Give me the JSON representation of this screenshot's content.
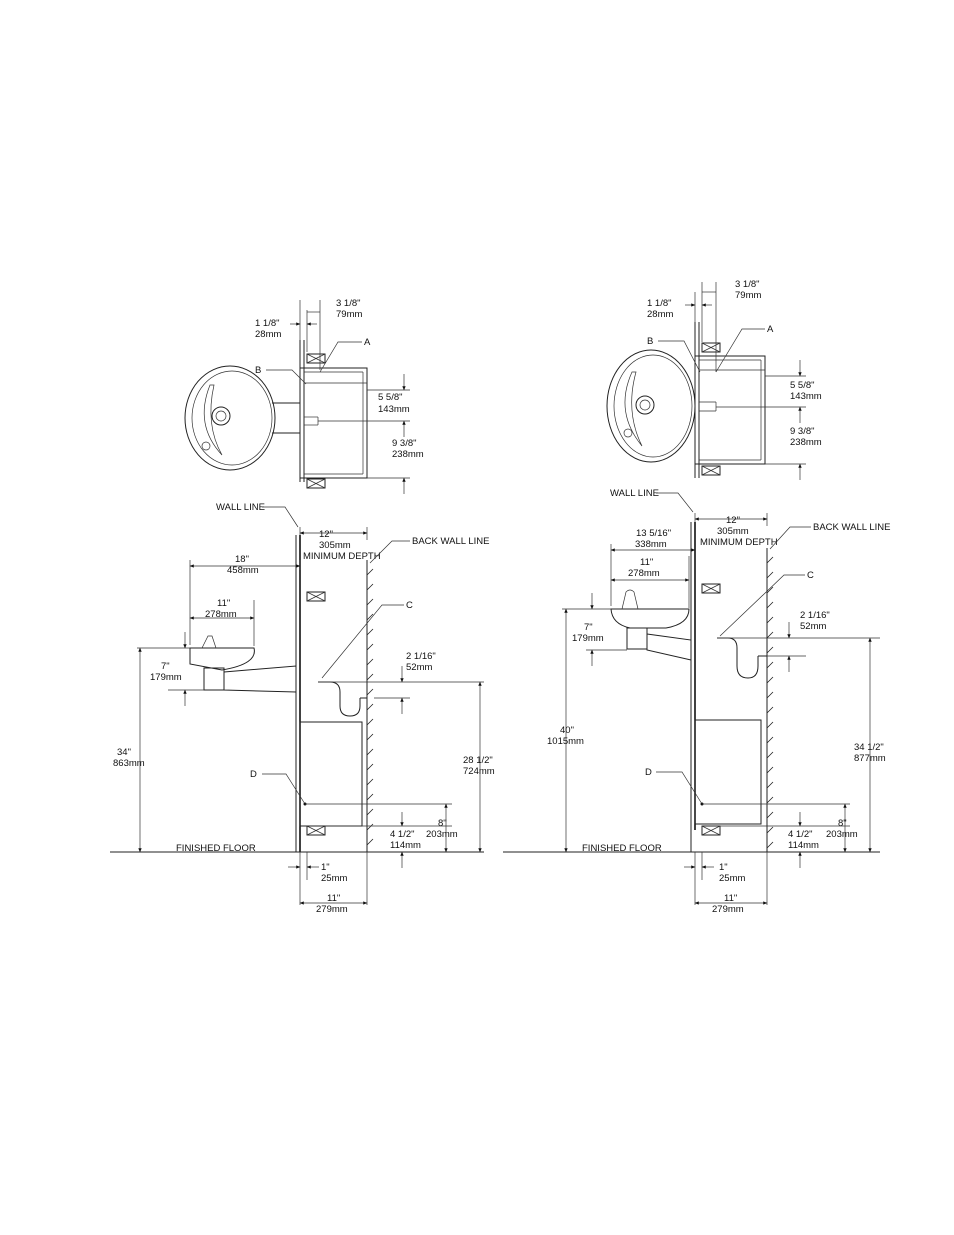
{
  "left": {
    "dim_1_1_8_in": "1 1/8\"",
    "dim_1_1_8_mm": "28mm",
    "dim_3_1_8_in": "3 1/8\"",
    "dim_3_1_8_mm": "79mm",
    "label_a": "A",
    "label_b": "B",
    "label_c": "C",
    "label_d": "D",
    "dim_5_5_8_in": "5 5/8\"",
    "dim_5_5_8_mm": "143mm",
    "dim_9_3_8_in": "9 3/8\"",
    "dim_9_3_8_mm": "238mm",
    "wall_line": "WALL LINE",
    "back_wall_line": "BACK WALL LINE",
    "dim_12_in": "12\"",
    "dim_12_mm": "305mm",
    "minimum_depth": "MINIMUM DEPTH",
    "dim_18_in": "18\"",
    "dim_18_mm": "458mm",
    "dim_11_in": "11\"",
    "dim_11_mm": "278mm",
    "dim_7_in": "7\"",
    "dim_7_mm": "179mm",
    "dim_2_1_16_in": "2 1/16\"",
    "dim_2_1_16_mm": "52mm",
    "dim_34_in": "34\"",
    "dim_34_mm": "863mm",
    "dim_28_1_2_in": "28 1/2\"",
    "dim_28_1_2_mm": "724mm",
    "dim_8_in": "8\"",
    "dim_8_mm": "203mm",
    "dim_4_1_2_in": "4 1/2\"",
    "dim_4_1_2_mm": "114mm",
    "finished_floor": "FINISHED FLOOR",
    "dim_1_in": "1\"",
    "dim_1_mm": "25mm",
    "dim_11b_in": "11\"",
    "dim_11b_mm": "279mm"
  },
  "right": {
    "dim_3_1_8_in": "3 1/8\"",
    "dim_3_1_8_mm": "79mm",
    "dim_1_1_8_in": "1 1/8\"",
    "dim_1_1_8_mm": "28mm",
    "label_a": "A",
    "label_b": "B",
    "label_c": "C",
    "label_d": "D",
    "dim_5_5_8_in": "5 5/8\"",
    "dim_5_5_8_mm": "143mm",
    "dim_9_3_8_in": "9 3/8\"",
    "dim_9_3_8_mm": "238mm",
    "wall_line": "WALL LINE",
    "dim_12_in": "12\"",
    "dim_12_mm": "305mm",
    "minimum_depth": "MINIMUM DEPTH",
    "back_wall_line": "BACK WALL LINE",
    "dim_13_5_16_in": "13 5/16\"",
    "dim_13_5_16_mm": "338mm",
    "dim_11_in": "11\"",
    "dim_11_mm": "278mm",
    "dim_7_in": "7\"",
    "dim_7_mm": "179mm",
    "dim_2_1_16_in": "2 1/16\"",
    "dim_2_1_16_mm": "52mm",
    "dim_40_in": "40\"",
    "dim_40_mm": "1015mm",
    "dim_34_1_2_in": "34 1/2\"",
    "dim_34_1_2_mm": "877mm",
    "dim_8_in": "8\"",
    "dim_8_mm": "203mm",
    "dim_4_1_2_in": "4 1/2\"",
    "dim_4_1_2_mm": "114mm",
    "finished_floor": "FINISHED FLOOR",
    "dim_1_in": "1\"",
    "dim_1_mm": "25mm",
    "dim_11b_in": "11\"",
    "dim_11b_mm": "279mm"
  }
}
